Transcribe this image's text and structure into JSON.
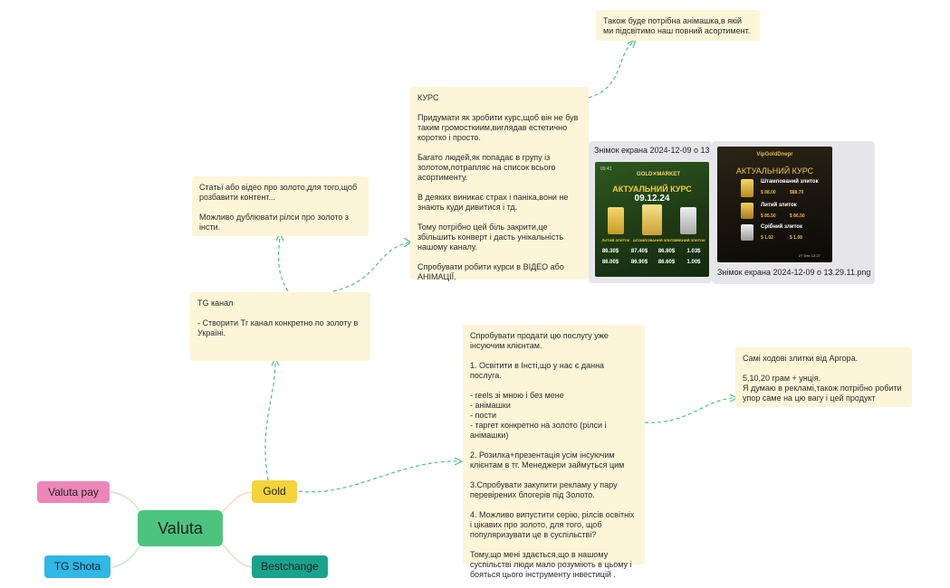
{
  "colors": {
    "root": "#4cc47f",
    "gold": "#f5d33b",
    "valuta_pay": "#ee86b8",
    "tg_shota": "#2fb7e6",
    "bestchange": "#1aa38c",
    "note_bg": "#fdf5d8",
    "edge_dashed": "#4cc47f",
    "edge_solid": "#d6ebd9"
  },
  "nodes": {
    "root": "Valuta",
    "gold": "Gold",
    "valuta_pay": "Valuta pay",
    "tg_shota": "TG Shota",
    "bestchange": "Bestchange"
  },
  "notes": {
    "tg_channel": "TG канал\n\n- Створити Тг канал конкретно по золоту в Україні.",
    "articles": "Статьї або відео про золото,для того,щоб розбавити контент...\n\nМожливо дублювати рілси про золото з інсти.",
    "kurs": "КУРС\n\nПридумати як зробити курс,щоб він не був таким громосткиим,виглядав естетично коротко і просто.\n\nБагато людей,як попадає в групу із золотом,потрапляє на список всього асортименту.\n\nВ деяких виникає страх і паніка,вони не знають куди дивитися і тд.\n\nТому потрібно цей біль закрити,це збільшить конверт і дасть унікальність нашому каналу.\n\nСпробувати робити курси в ВІДЕО або АНІМАЦІЇ.",
    "animation": "Також буде потрібна анімашка,в якій ми підсвітимо наш повний асортимент.",
    "sell_service": "Спробувати продати цю послугу уже інсуючим клієнтам.\n\n1. Освітити в Інсті,що у нас є данна послуга.\n\n- reels зі мною і без мене\n- анімашки\n- пости\n- таргет конкретно на золото (рілси і анімашки)\n\n2. Розилка+презентація усім інсуючим клієнтам в тг. Менеджери займуться цим\n\n3.Спробувати закупити рекламу у пару перевірених блогерів під Золото.\n\n4. Можливо випустити серію, рілсів освітніх і цікавих про золото, для того, щоб популяризувати це в суспільстві?\n\nТому,що мені здається,що в нашому суспільстві люди мало розуміють в цьому і бояться цього інструменту інвестицій .",
    "argor": "Самі ходові злитки від Аргора.\n\n5,10,20 грам + унція.\nЯ думаю в рекламі,також потрібно робити упор саме на цю вагу і цей продукт"
  },
  "images": {
    "img1": {
      "caption": "Знімок екрана 2024-12-09 о 13.",
      "brand": "GOLD✕MARKET",
      "corner": "09:41",
      "headline": "АКТУАЛЬНИЙ КУРС",
      "date": "09.12.24",
      "labels": [
        "ЛИТИЙ ЗЛИТОК",
        "ШТАМПОВАНИЙ ЗЛИТОК",
        "СРІБНИЙ ЗЛИТОК"
      ],
      "prices_top": [
        "86.30$",
        "87.40$",
        "86.80$",
        "1.03$"
      ],
      "prices_bottom": [
        "86.00$",
        "86.90$",
        "86.60$",
        "1.00$"
      ]
    },
    "img2": {
      "caption": "Знімок екрана 2024-12-09 о 13.29.11.png",
      "brand": "VipGoldDnepr",
      "headline": "АКТУАЛЬНИЙ КУРС",
      "item1": "Штампований злиток",
      "item2": "Литий злиток",
      "item3": "Срібний злиток",
      "prices1": [
        "$ 88.00",
        "$88.70"
      ],
      "prices2": [
        "$ 85.50",
        "$ 86.50"
      ],
      "prices3": [
        "$ 1.02",
        "$ 1.08"
      ],
      "timestamp": "27 Dec 12:27"
    }
  }
}
